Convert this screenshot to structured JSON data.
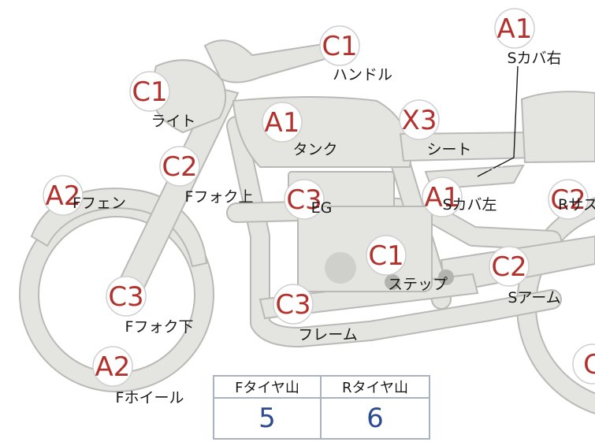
{
  "parts": [
    {
      "id": "handle",
      "grade": "C1",
      "label": "ハンドル"
    },
    {
      "id": "light",
      "grade": "C1",
      "label": "ライト"
    },
    {
      "id": "tank",
      "grade": "A1",
      "label": "タンク"
    },
    {
      "id": "seat",
      "grade": "X3",
      "label": "シート"
    },
    {
      "id": "side-cover-right",
      "grade": "A1",
      "label": "Sカバ右"
    },
    {
      "id": "fork-upper",
      "grade": "C2",
      "label": "Fフォク上"
    },
    {
      "id": "engine",
      "grade": "C3",
      "label": "EG"
    },
    {
      "id": "side-cover-left",
      "grade": "A1",
      "label": "Sカバ左"
    },
    {
      "id": "rear-suspension",
      "grade": "C2",
      "label": "Rサス"
    },
    {
      "id": "front-fender",
      "grade": "A2",
      "label": "Fフェン"
    },
    {
      "id": "step",
      "grade": "C1",
      "label": "ステップ"
    },
    {
      "id": "swing-arm",
      "grade": "C2",
      "label": "Sアーム"
    },
    {
      "id": "fork-lower",
      "grade": "C3",
      "label": "Fフォク下"
    },
    {
      "id": "frame",
      "grade": "C3",
      "label": "フレーム"
    },
    {
      "id": "front-wheel",
      "grade": "A2",
      "label": "Fホイール"
    },
    {
      "id": "rear-wheel",
      "grade": "C",
      "label": ""
    }
  ],
  "tire_tread": {
    "headers": [
      "Fタイヤ山",
      "Rタイヤ山"
    ],
    "values": [
      "5",
      "6"
    ]
  }
}
